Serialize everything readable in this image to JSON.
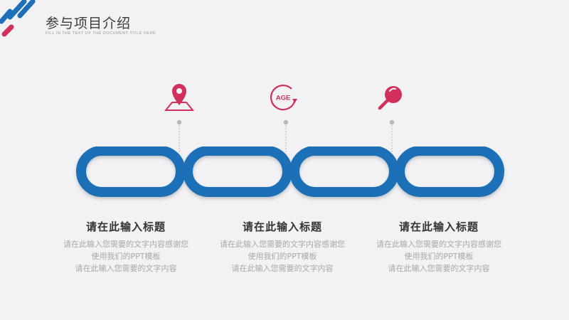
{
  "header": {
    "title": "参与项目介绍",
    "subtitle": "FILL IN THE TEXT OF THE DOCUMENT TITLE HERE"
  },
  "colors": {
    "primary_blue": "#1d6fb8",
    "accent_red": "#d0305a",
    "connector_gray": "#b8b8b8"
  },
  "icons": [
    {
      "name": "location-pin-icon"
    },
    {
      "name": "age-icon",
      "label": "AGE"
    },
    {
      "name": "magnifier-icon"
    }
  ],
  "columns": [
    {
      "title": "请在此输入标题",
      "lines": [
        "请在此输入您需要的文字内容感谢您",
        "使用我们的PPT模板",
        "请在此输入您需要的文字内容"
      ]
    },
    {
      "title": "请在此输入标题",
      "lines": [
        "请在此输入您需要的文字内容感谢您",
        "使用我们的PPT模板",
        "请在此输入您需要的文字内容"
      ]
    },
    {
      "title": "请在此输入标题",
      "lines": [
        "请在此输入您需要的文字内容感谢您",
        "使用我们的PPT模板",
        "请在此输入您需要的文字内容"
      ]
    }
  ]
}
